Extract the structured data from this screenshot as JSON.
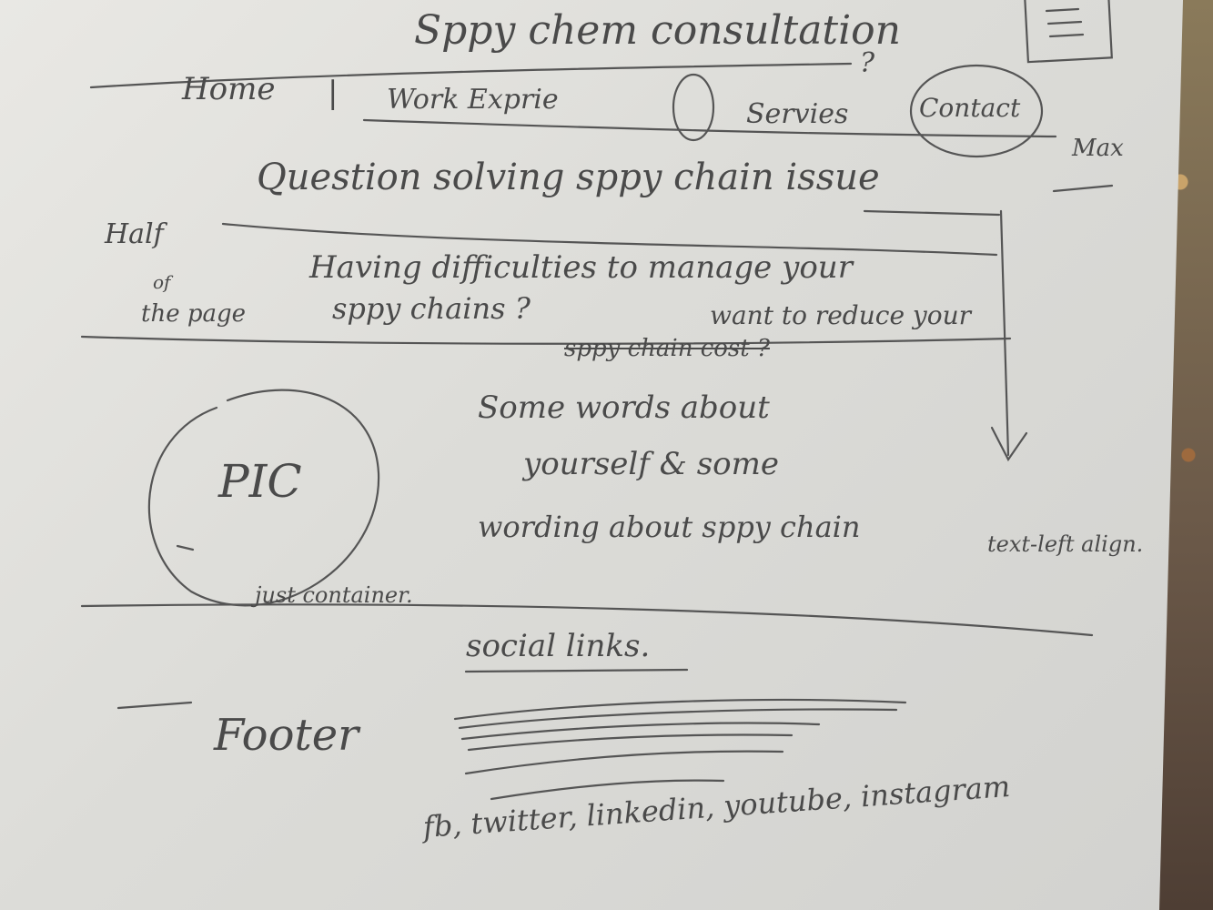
{
  "sketch": {
    "title": "Sppy chem consultation",
    "nav": {
      "home": "Home",
      "separator": "|",
      "work": "Work Exprie",
      "services": "Servies",
      "contact": "Contact",
      "question_mark": "?",
      "max_note": "Max",
      "hamburger_icon": "hamburger-menu-icon"
    },
    "hero": {
      "headline": "Question solving sppy chain issue",
      "side_note": [
        "Half",
        "of",
        "the page"
      ],
      "line1": "Having difficulties to manage your",
      "line2": "sppy chains ?",
      "line3": "want to reduce your",
      "line4": "sppy chain cost ?"
    },
    "about": {
      "pic_label": "PIC",
      "pic_note": "just container.",
      "text_line1": "Some words about",
      "text_line2": "yourself & some",
      "text_line3": "wording about sppy chain",
      "text_note": "text-left align."
    },
    "footer": {
      "label": "Footer",
      "social_heading": "social links.",
      "social_list": "fb, twitter, linkedin, youtube, instagram"
    }
  }
}
